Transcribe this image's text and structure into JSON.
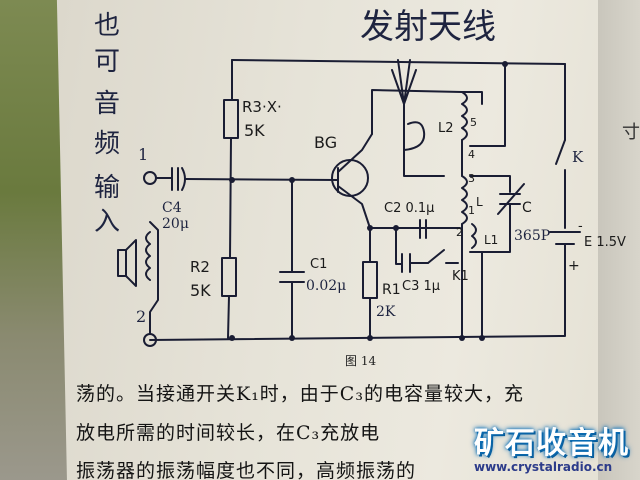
{
  "title_handwritten": "发射天线",
  "margin_note": "也可音频输入",
  "labels": {
    "r3": "R3·X·",
    "r3_value": "5K",
    "bg": "BG",
    "r2": "R2",
    "r2_value": "5K",
    "c4": "C4",
    "c4_value": "20μ",
    "c1": "C1",
    "c1_value": "0.02μ",
    "r1": "R1",
    "r1_value": "2K",
    "c2": "C2 0.1μ",
    "c3": "C3 1μ",
    "k1": "K1",
    "l2": "L2",
    "l1": "L1",
    "l_mid": "L",
    "c": "C",
    "c_value": "365P",
    "k": "K",
    "battery": "E 1.5V",
    "tap1": "1",
    "tap2": "2",
    "coil5": "5",
    "coil4": "4",
    "coil3": "3",
    "coil1": "1",
    "coil2": "2",
    "plus": "+",
    "minus": "-"
  },
  "figure_caption": "图 14",
  "body_text": [
    "荡的。当接通开关K₁时，由于C₃的电容量较大，充",
    "放电所需的时间较长，在C₃充放电",
    "振荡器的振荡幅度也不同，高频振荡的"
  ],
  "watermark": {
    "name": "矿石收音机",
    "url": "www.crystalradio.cn"
  },
  "margin_right_char": "寸"
}
